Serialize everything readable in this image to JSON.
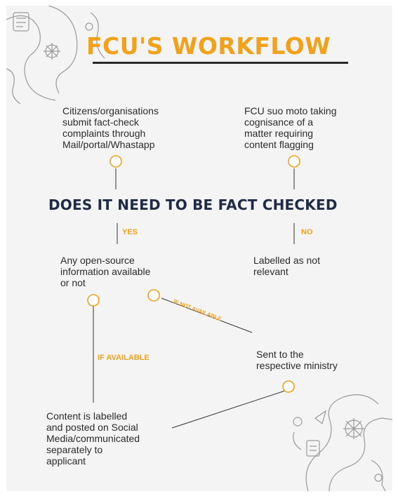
{
  "title": "FCU'S WORKFLOW",
  "nodes": {
    "citizens": [
      "Citizens/organisations",
      "submit fact-check",
      "complaints through",
      "Mail/portal/Whastapp"
    ],
    "suo_moto": [
      "FCU suo moto taking",
      "cognisance of a",
      "matter requiring",
      "content flagging"
    ],
    "question": "DOES IT NEED TO BE FACT CHECKED",
    "open_source": [
      "Any open-source",
      "information available",
      "or not"
    ],
    "not_relevant": [
      "Labelled as not",
      "relevant"
    ],
    "ministry": [
      "Sent to the",
      "respective ministry"
    ],
    "labelled": [
      "Content is labelled",
      "and posted on Social",
      "Media/communicated",
      "separately to",
      "applicant"
    ]
  },
  "edge_labels": {
    "yes": "YES",
    "no": "NO",
    "if_not_available": "IF NOT AVAILABLE",
    "if_available": "IF AVAILABLE"
  },
  "colors": {
    "accent": "#f2a11b",
    "heading": "#1f2a44",
    "text": "#2b2b2b",
    "line": "#333333",
    "background": "#f4f4f4"
  },
  "icons": [
    "sketch-illustration-top-left",
    "sketch-illustration-bottom-right"
  ]
}
